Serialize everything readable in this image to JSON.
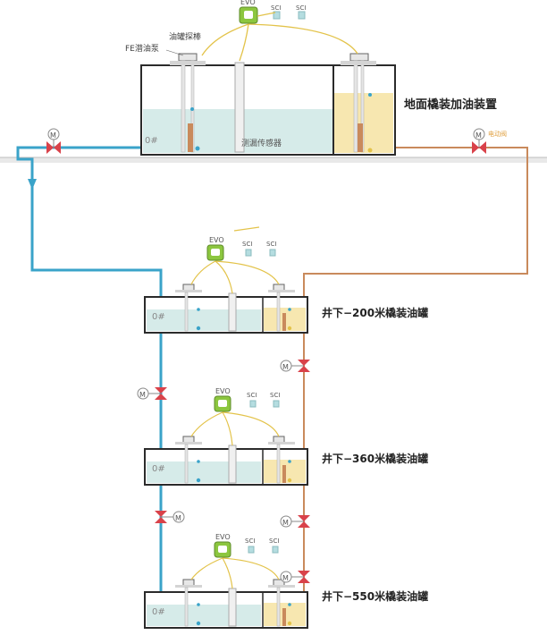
{
  "labels": {
    "evo": "EVO",
    "sci": "SCI",
    "fuel_grade": "0#",
    "tank_probe": "油罐探棒",
    "submersible_pump": "FE潜油泵",
    "leak_sensor": "测漏传感器",
    "motor_symbol": "M",
    "solenoid_valve": "电动阀"
  },
  "stations": {
    "surface": "地面橇装加油装置",
    "level_200": "井下−200米橇装油罐",
    "level_360": "井下−360米橇装油罐",
    "level_550": "井下−550米橇装油罐"
  },
  "colors": {
    "fuel_pipe": "#3aa3c9",
    "return_pipe": "#c98a5c",
    "valve": "#d9424a",
    "signal_wire": "#e3c34a",
    "evo_green": "#8cc63f",
    "sci_box": "#b5dde0",
    "tank_water": "#d6ebe9",
    "tank_fuel": "#f7e7b0"
  }
}
